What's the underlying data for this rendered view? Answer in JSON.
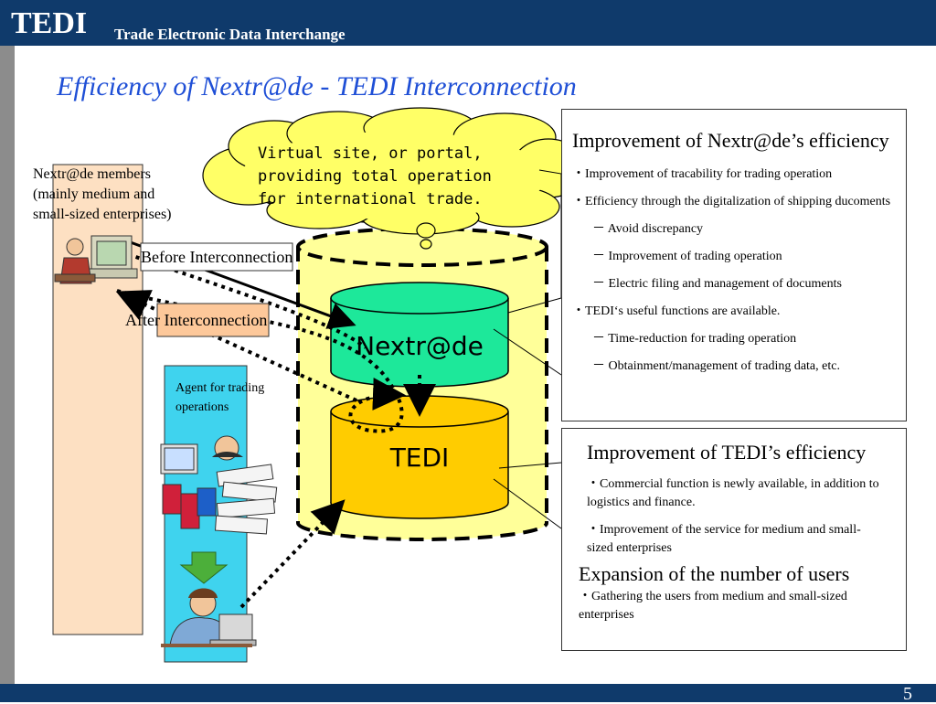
{
  "header": {
    "brand": "TEDI",
    "subtitle": "Trade Electronic Data Interchange"
  },
  "footer": {
    "page_number": "5"
  },
  "slide_title": "Efficiency of Nextr@de - TEDI Interconnection",
  "cloud": {
    "text": "Virtual site, or portal,\nproviding total operation\nfor international trade."
  },
  "members_label": "Nextr@de members (mainly medium and small-sized enterprises)",
  "agent_label": "Agent for trading operations",
  "before_label": "Before Interconnection",
  "after_label": "After Interconnection",
  "db_nextrade": "Nextr@de",
  "db_tedi": "TEDI",
  "nextrade_box": {
    "heading": "Improvement of Nextr@de’s efficiency",
    "lines": [
      "・Improvement of tracability for trading operation",
      "・Efficiency through the digitalization of shipping ducoments",
      "－ Avoid discrepancy",
      "－ Improvement of trading operation",
      "－ Electric filing and management of documents",
      "・TEDI‘s useful functions are available.",
      "－ Time-reduction for trading operation",
      "－ Obtainment/management of trading data, etc."
    ]
  },
  "tedi_box": {
    "heading": "Improvement of TEDI’s efficiency",
    "lines": [
      "・Commercial function is newly available, in addition to logistics and finance.",
      "・Improvement of the service for medium and small-sized enterprises"
    ],
    "heading2": "Expansion of the number of users",
    "lines2": [
      "・Gathering the users from medium and small-sized enterprises"
    ]
  },
  "colors": {
    "header_bg": "#0f3a6b",
    "title": "#1f4fd6",
    "nextrade_db": "#1de89a",
    "tedi_db": "#ffcc00",
    "outer_db": "#ffff99",
    "members_panel": "#fde0c2",
    "agent_panel": "#3fd3ee"
  }
}
